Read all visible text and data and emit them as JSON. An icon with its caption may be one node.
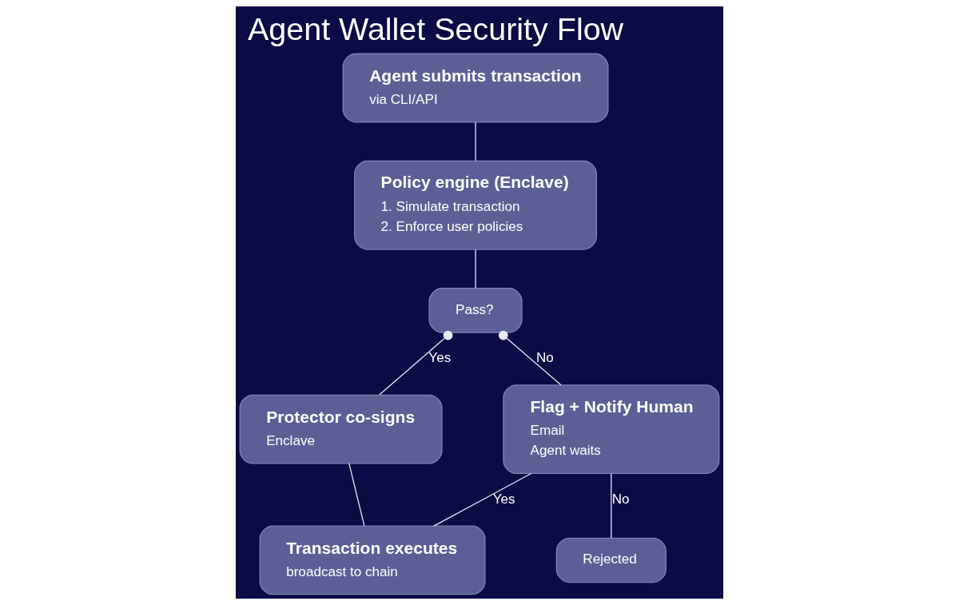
{
  "diagram": {
    "title": "Agent Wallet Security Flow",
    "nodes": [
      {
        "text": [
          "Agent submits transaction",
          "via CLI/API"
        ]
      },
      {
        "text": [
          "Policy engine (Enclave)",
          "1. Simulate transaction",
          "2. Enforce user policies"
        ]
      },
      {
        "text": [
          "Pass?"
        ]
      },
      {
        "text": [
          "Protector co-signs",
          "Enclave"
        ]
      },
      {
        "text": [
          "Flag + Notify Human",
          "Email",
          "Agent waits"
        ]
      },
      {
        "text": [
          "Rejected"
        ]
      },
      {
        "text": [
          "Transaction executes",
          "broadcast to chain"
        ]
      }
    ],
    "edges": [
      {
        "from": 0,
        "to": 1,
        "arrow": "none"
      },
      {
        "from": 1,
        "to": 2,
        "arrow": "none"
      },
      {
        "from": 2,
        "to": 3,
        "arrow": "other",
        "label": "Yes"
      },
      {
        "from": 2,
        "to": 4,
        "arrow": "other",
        "label": "No"
      },
      {
        "from": 3,
        "to": 6,
        "arrow": "none"
      },
      {
        "from": 4,
        "to": 6,
        "arrow": "none",
        "label": "Yes"
      },
      {
        "from": 4,
        "to": 5,
        "arrow": "none",
        "label": "No"
      }
    ]
  }
}
